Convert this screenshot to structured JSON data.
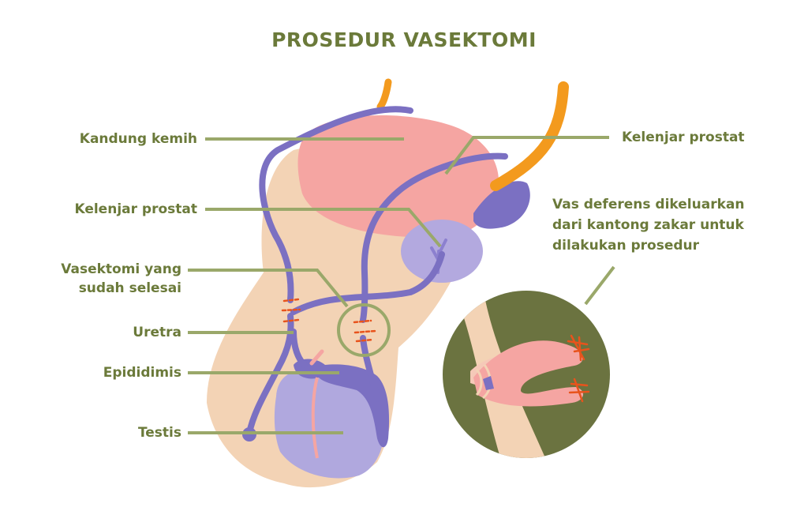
{
  "title": "PROSEDUR VASEKTOMI",
  "labels": {
    "kandung_kemih": "Kandung kemih",
    "kelenjar_prostat_left": "Kelenjar prostat",
    "vasektomi_line1": "Vasektomi yang",
    "vasektomi_line2": "sudah selesai",
    "uretra": "Uretra",
    "epididimis": "Epididimis",
    "testis": "Testis",
    "kelenjar_prostat_right": "Kelenjar prostat",
    "note_line1": "Vas deferens dikeluarkan",
    "note_line2": "dari kantong zakar untuk",
    "note_line3": "dilakukan prosedur"
  },
  "colors": {
    "title": "#6b7a3a",
    "leader": "#9aa86a",
    "skin": "#f3d3b5",
    "bladder": "#f5a5a2",
    "vas": "#7b70c2",
    "prostate": "#b3a9df",
    "testis": "#b0a8de",
    "ureter": "#f39a1e",
    "cut": "#e8531c",
    "inset_bg": "#6b7340"
  }
}
